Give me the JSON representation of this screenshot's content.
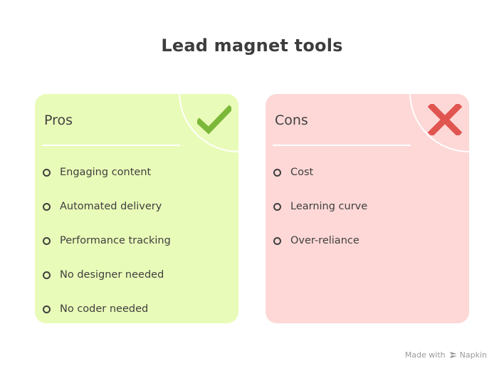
{
  "title": "Lead magnet tools",
  "pros": {
    "heading": "Pros",
    "icon": "checkmark-icon",
    "color": "#e9fbb8",
    "icon_color": "#7bb83a",
    "items": [
      "Engaging content",
      "Automated delivery",
      "Performance tracking",
      "No designer needed",
      "No coder needed"
    ]
  },
  "cons": {
    "heading": "Cons",
    "icon": "cross-icon",
    "color": "#fdd8d7",
    "icon_color": "#e05550",
    "items": [
      "Cost",
      "Learning curve",
      "Over-reliance"
    ]
  },
  "footer": {
    "made_with": "Made with",
    "brand": "Napkin"
  }
}
